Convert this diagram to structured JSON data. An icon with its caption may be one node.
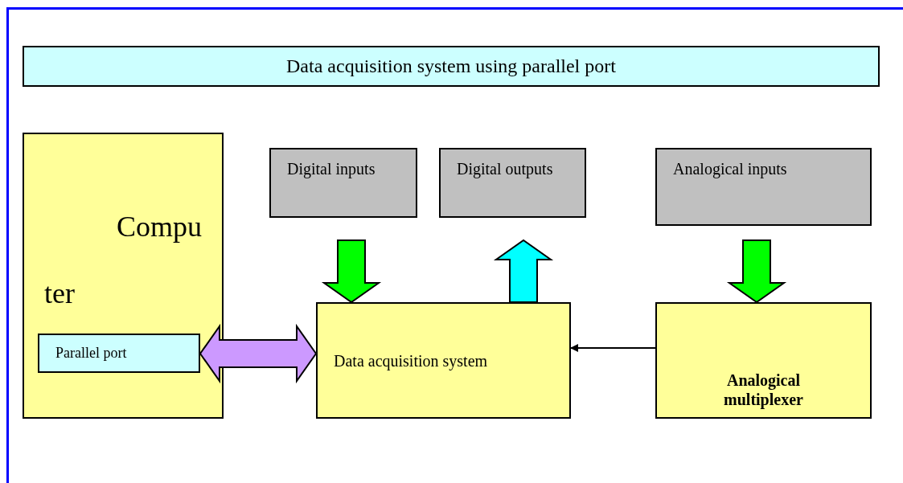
{
  "diagram": {
    "nodes": [
      {
        "text": [
          "Data acquisition system using parallel port"
        ]
      },
      {
        "text": [
          "Compu ter"
        ]
      },
      {
        "text": [
          "Parallel port"
        ],
        "in": 1
      },
      {
        "text": [
          "Digital inputs"
        ]
      },
      {
        "text": [
          "Digital outputs"
        ]
      },
      {
        "text": [
          "Analogical inputs"
        ]
      },
      {
        "text": [
          "Data acquisition system"
        ]
      },
      {
        "text": [
          "Analogical multiplexer"
        ]
      }
    ],
    "edges": [
      {
        "from": 2,
        "to": 6,
        "arrow": "both",
        "style": "thick",
        "color": "#cc99ff"
      },
      {
        "from": 3,
        "to": 6,
        "arrow": "to",
        "style": "thick",
        "color": "#00ff00"
      },
      {
        "from": 6,
        "to": 4,
        "arrow": "to",
        "style": "thick",
        "color": "#00ffff"
      },
      {
        "from": 5,
        "to": 7,
        "arrow": "to",
        "style": "thick",
        "color": "#00ff00"
      },
      {
        "from": 7,
        "to": 6,
        "arrow": "to"
      }
    ]
  }
}
